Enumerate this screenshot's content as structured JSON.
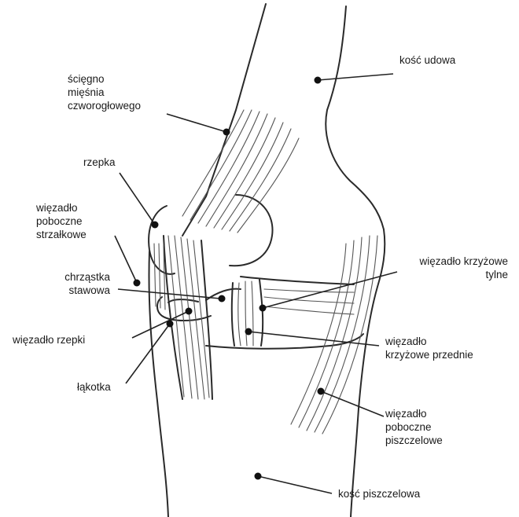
{
  "labels": {
    "kosc_udowa": "kość udowa",
    "sciegno": "ścięgno\nmięśnia\nczworogłowego",
    "rzepka": "rzepka",
    "wiezadlo_poboczne_strzalkowe": "więzadło\npoboczne\nstrzałkowe",
    "chrzastka_stawowa": "chrząstka\nstawowa",
    "wiezadlo_rzepki": "więzadło rzepki",
    "lakotka": "łąkotka",
    "wiezadlo_krzyzowe_tylne": "więzadło krzyżowe\ntylne",
    "wiezadlo_krzyzowe_przednie": "więzadło\nkrzyżowe przednie",
    "wiezadlo_poboczne_piszczelowe": "więzadło\npoboczne\npiszczelowe",
    "kosc_piszczelowa": "kość piszczelowa"
  },
  "colors": {
    "line": "#2a2a2a",
    "fiber": "#555555",
    "text": "#1a1a1a"
  }
}
